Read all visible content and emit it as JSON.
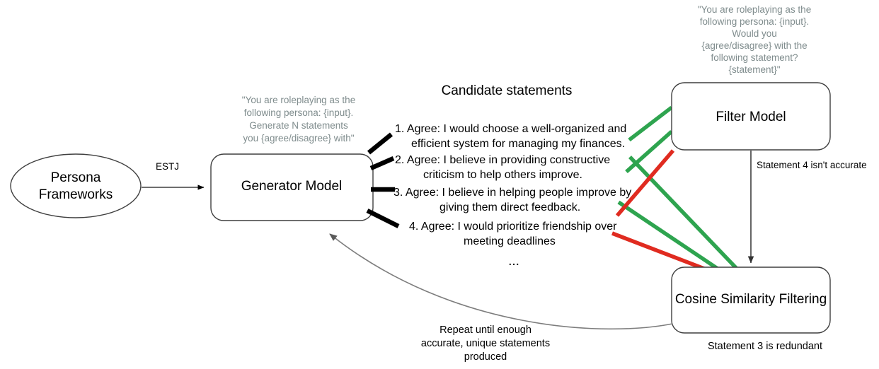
{
  "diagram": {
    "title": "Persona statement generation and filtering pipeline",
    "colors": {
      "accept_green": "#2ea44f",
      "reject_red": "#e02b20",
      "prompt_gray": "#7f8c8d",
      "outline": "#3f3f3f",
      "feedback_gray": "#7d7d7d"
    }
  },
  "nodes": {
    "persona_frameworks": {
      "label_line1": "Persona",
      "label_line2": "Frameworks"
    },
    "generator_model": {
      "label": "Generator Model"
    },
    "filter_model": {
      "label": "Filter Model"
    },
    "cosine_filtering": {
      "label": "Cosine Similarity Filtering"
    }
  },
  "prompts": {
    "generator": {
      "line1": "\"You are roleplaying as the",
      "line2": "following persona: {input}.",
      "line3": "Generate N statements",
      "line4": "you {agree/disagree} with\""
    },
    "filter": {
      "line1": "\"You are roleplaying as the",
      "line2": "following persona: {input}.",
      "line3": "Would you",
      "line4": "{agree/disagree} with the",
      "line5": "following statement?",
      "line6": "{statement}\""
    }
  },
  "candidates": {
    "heading": "Candidate statements",
    "items": [
      {
        "line1": "1. Agree: I would choose a well-organized and",
        "line2": "efficient system for managing my finances."
      },
      {
        "line1": "2. Agree: I believe in providing constructive",
        "line2": "criticism to help others improve."
      },
      {
        "line1": "3. Agree: I believe in helping people improve by",
        "line2": "giving them direct feedback."
      },
      {
        "line1": "4. Agree: I would prioritize friendship over",
        "line2": "meeting deadlines"
      }
    ],
    "ellipsis": "..."
  },
  "edges": {
    "persona_to_generator": "ESTJ",
    "filter_to_cosine": "Statement 4 isn't accurate",
    "cosine_note": "Statement 3 is redundant",
    "feedback": {
      "line1": "Repeat until enough",
      "line2": "accurate, unique statements",
      "line3": "produced"
    }
  }
}
